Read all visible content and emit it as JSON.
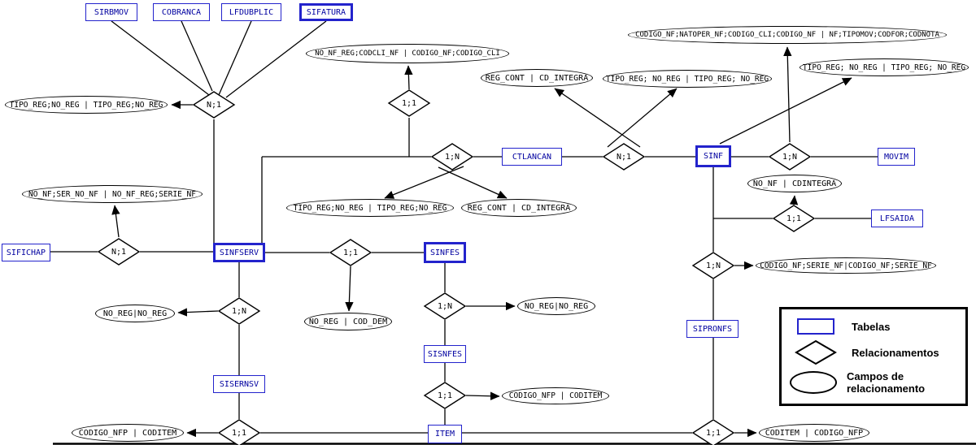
{
  "tables": [
    {
      "label": "SIRBMOV"
    },
    {
      "label": "COBRANCA"
    },
    {
      "label": "LFDUBPLIC"
    },
    {
      "label": "SIFATURA"
    },
    {
      "label": "CTLANCAN"
    },
    {
      "label": "SINF"
    },
    {
      "label": "MOVIM"
    },
    {
      "label": "LFSAIDA"
    },
    {
      "label": "SIFICHAP"
    },
    {
      "label": "SINFSERV"
    },
    {
      "label": "SINFES"
    },
    {
      "label": "SISNFES"
    },
    {
      "label": "SIPRONFS"
    },
    {
      "label": "SISERNSV"
    },
    {
      "label": "ITEM"
    }
  ],
  "relationships": [
    {
      "label": "N;1"
    },
    {
      "label": "1;1"
    },
    {
      "label": "1;N"
    },
    {
      "label": "N;1"
    },
    {
      "label": "1;N"
    },
    {
      "label": "N;1"
    },
    {
      "label": "1;1"
    },
    {
      "label": "1;1"
    },
    {
      "label": "1;N"
    },
    {
      "label": "1;N"
    },
    {
      "label": "1;N"
    },
    {
      "label": "1;1"
    },
    {
      "label": "1;1"
    },
    {
      "label": "1;1"
    }
  ],
  "fields": [
    {
      "label": "CODIGO_NF;NATOPER_NF;CODIGO_CLI;CODIGO_NF | NF;TIPOMOV;CODFOR;CODNOTA"
    },
    {
      "label": "NO_NF_REG;CODCLI_NF | CODIGO_NF;CODIGO_CLI"
    },
    {
      "label": "REG_CONT | CD_INTEGRA"
    },
    {
      "label": "TIPO_REG; NO_REG | TIPO_REG; NO_REG"
    },
    {
      "label": "TIPO_REG; NO_REG | TIPO_REG; NO_REG"
    },
    {
      "label": "TIPO_REG;NO_REG | TIPO_REG;NO_REG"
    },
    {
      "label": "NO_NF;SER_NO_NF | NO_NF_REG;SERIE_NF"
    },
    {
      "label": "TIPO_REG;NO_REG | TIPO_REG;NO_REG"
    },
    {
      "label": "REG_CONT | CD_INTEGRA"
    },
    {
      "label": "NO_NF | CDINTEGRA"
    },
    {
      "label": "CODIGO_NF;SERIE_NF|CODIGO_NF;SERIE_NF"
    },
    {
      "label": "NO_REG|NO_REG"
    },
    {
      "label": "NO_REG | COD_DEM"
    },
    {
      "label": "NO_REG|NO_REG"
    },
    {
      "label": "CODIGO_NFP | CODITEM"
    },
    {
      "label": "CODIGO_NFP | CODITEM"
    },
    {
      "label": "CODITEM | CODIGO_NFP"
    }
  ],
  "legend": {
    "tables_label": "Tabelas",
    "relationships_label": "Relacionamentos",
    "fields_label": "Campos de relacionamento"
  },
  "colors": {
    "table_border": "#2323cc",
    "line": "#000000",
    "background": "#ffffff"
  }
}
